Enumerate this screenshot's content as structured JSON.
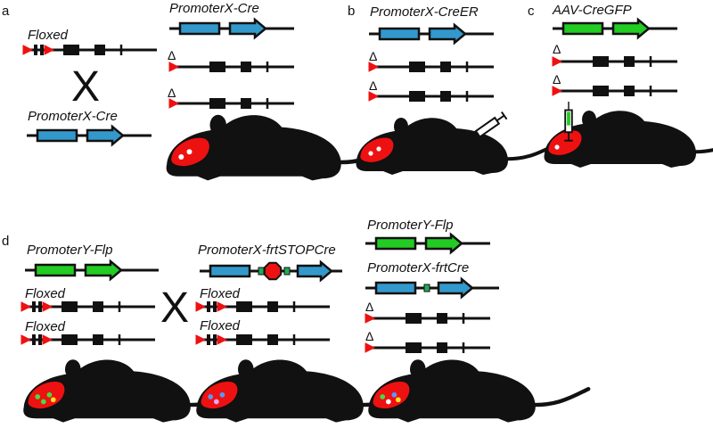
{
  "colors": {
    "line": "#111111",
    "cre": "#3399cc",
    "flp": "#22cc22",
    "loxp": "#ee1111",
    "stop": "#ee1111",
    "brain": "#ee1111",
    "mouse": "#111111"
  },
  "panels": {
    "a": {
      "letter": "a",
      "floxed_label": "Floxed",
      "cross": "X",
      "promoter_label": "PromoterX-Cre",
      "result_label": "PromoterX-Cre",
      "delta": "Δ"
    },
    "b": {
      "letter": "b",
      "label": "PromoterX-CreER",
      "delta": "Δ"
    },
    "c": {
      "letter": "c",
      "label": "AAV-CreGFP",
      "delta": "Δ"
    },
    "d": {
      "letter": "d",
      "left_label": "PromoterY-Flp",
      "floxed_label": "Floxed",
      "cross": "X",
      "mid_label": "PromoterX-frtSTOPCre",
      "right_flp_label": "PromoterY-Flp",
      "right_cre_label": "PromoterX-frtCre",
      "delta": "Δ"
    }
  },
  "icons": {
    "syringe": "syringe-icon",
    "mouse": "mouse-icon"
  }
}
